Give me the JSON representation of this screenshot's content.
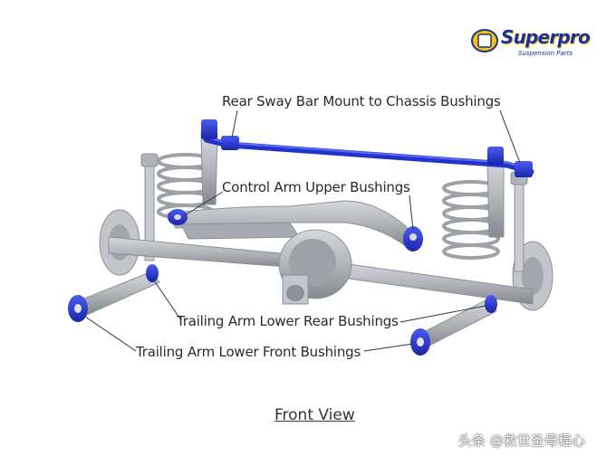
{
  "brand": {
    "name": "Superpro",
    "tagline": "Suspension Parts"
  },
  "labels": {
    "sway_bar": "Rear Sway Bar Mount to Chassis Bushings",
    "upper_arm": "Control Arm Upper Bushings",
    "lower_rear": "Trailing Arm Lower Rear Bushings",
    "lower_front": "Trailing Arm Lower Front Bushings"
  },
  "caption": "Front View",
  "watermark": "头条 @救世圣母程心",
  "colors": {
    "bushing": "#2233cc",
    "metal": "#b4b7bc",
    "metal_dark": "#8d9096",
    "leader": "#333333",
    "brand_blue": "#1a2fa0",
    "brand_yellow": "#f4c400"
  }
}
